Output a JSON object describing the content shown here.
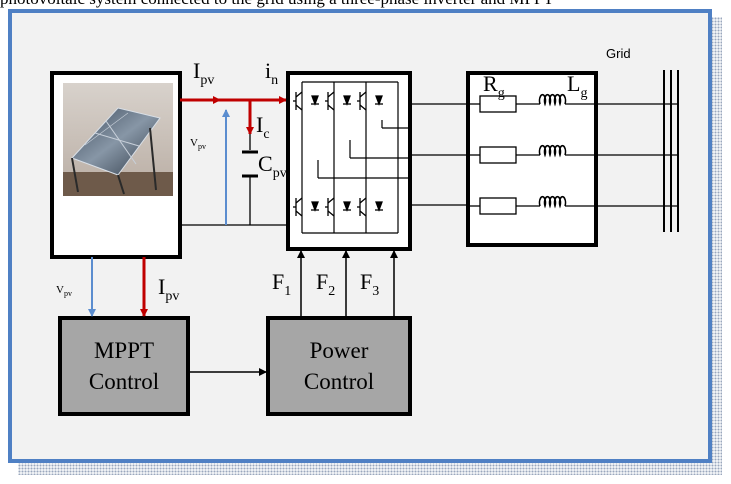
{
  "caption": "photovoltaic system connected to the grid using a three-phase inverter and MPPT",
  "labels": {
    "ipv_main": "I",
    "ipv_sub": "pv",
    "in_main": "i",
    "in_sub": "n",
    "ic_main": "I",
    "ic_sub": "c",
    "cpv_main": "C",
    "cpv_sub": "pv",
    "vpv_main": "V",
    "vpv_sub": "pv",
    "rg_main": "R",
    "rg_sub": "g",
    "lg_main": "L",
    "lg_sub": "g",
    "grid": "Grid",
    "f_main": "F",
    "f1_sub": "1",
    "f2_sub": "2",
    "f3_sub": "3"
  },
  "blocks": {
    "mppt_line1": "MPPT",
    "mppt_line2": "Control",
    "power_line1": "Power",
    "power_line2": "Control"
  },
  "colors": {
    "frame_border": "#4f80c4",
    "current_arrow": "#c00000",
    "voltage_arrow": "#5b8dcf",
    "control_block_fill": "#a6a6a6"
  }
}
